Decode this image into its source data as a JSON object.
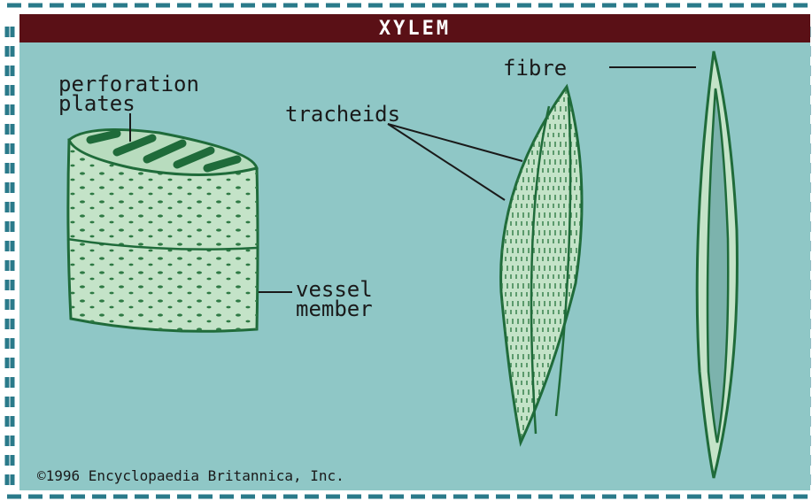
{
  "title": "XYLEM",
  "labels": {
    "perforation_plates_1": "perforation",
    "perforation_plates_2": "plates",
    "tracheids": "tracheids",
    "fibre": "fibre",
    "vessel_member_1": "vessel",
    "vessel_member_2": "member"
  },
  "credit": "©1996 Encyclopaedia Britannica, Inc.",
  "colors": {
    "background": "#8fc7c6",
    "title_bar": "#5a1016",
    "cell_fill": "#c4e3c8",
    "cell_outline": "#1f6b3a",
    "border_dash": "#2a7a8a"
  }
}
